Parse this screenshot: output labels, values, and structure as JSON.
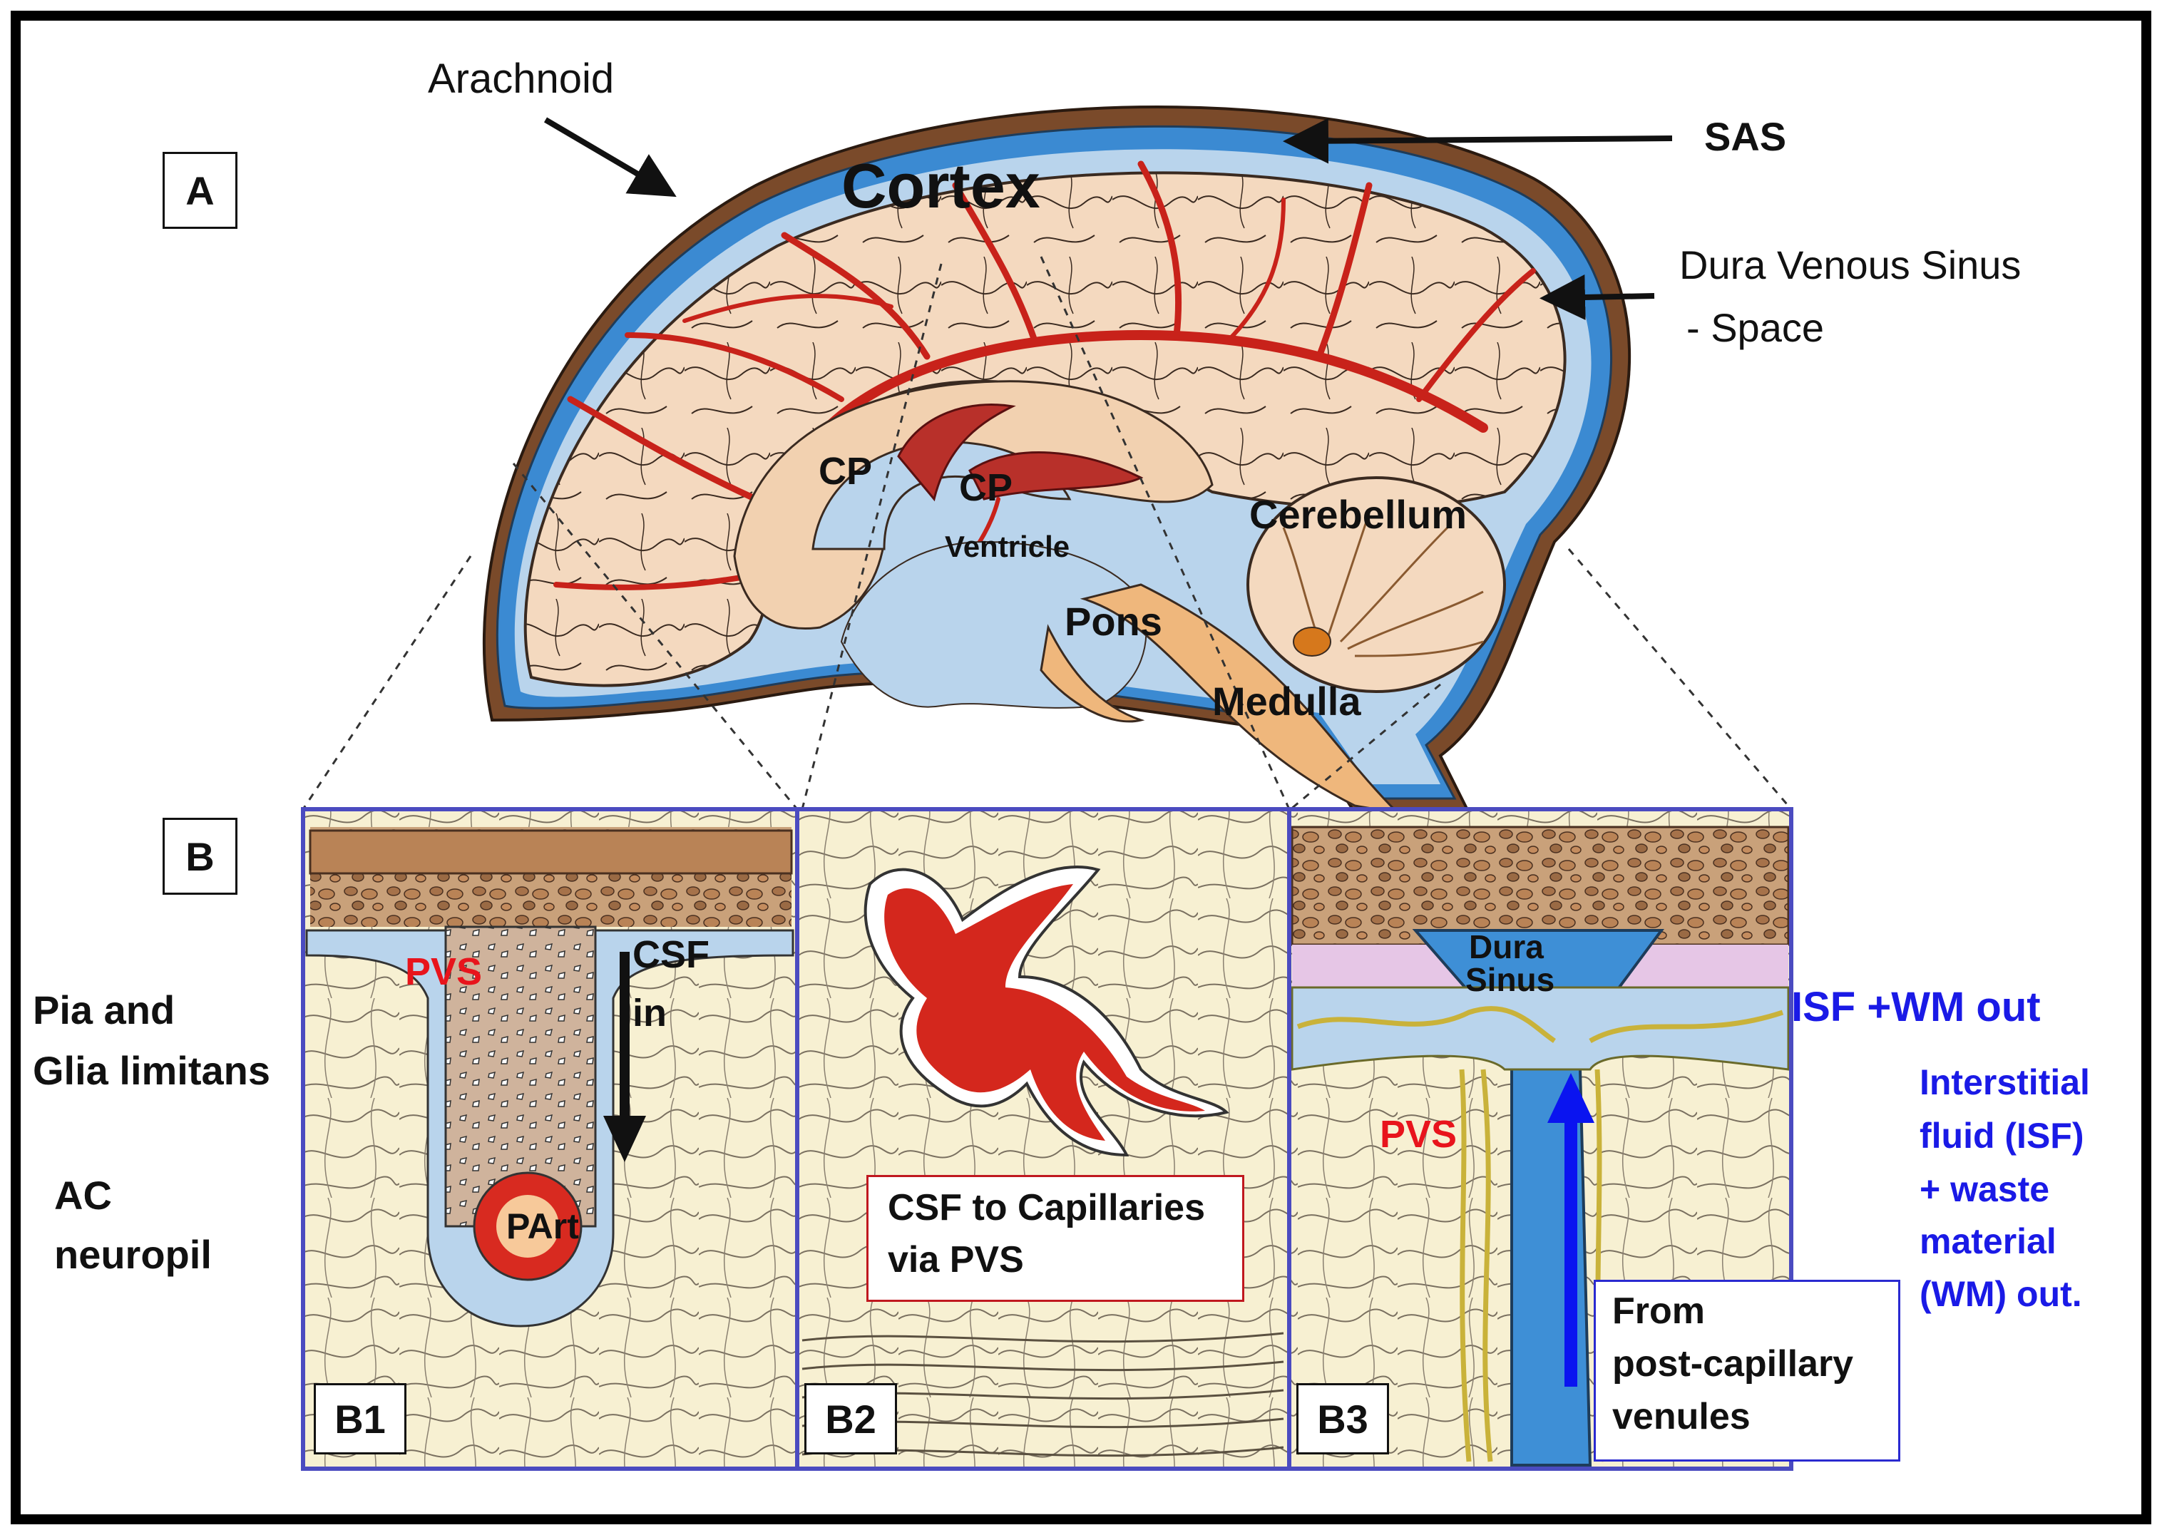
{
  "panel_labels": {
    "a": "A",
    "b": "B",
    "b1": "B1",
    "b2": "B2",
    "b3": "B3"
  },
  "brain": {
    "arachnoid": "Arachnoid",
    "sas": "SAS",
    "cortex": "Cortex",
    "dura_line1": "Dura Venous Sinus",
    "dura_line2": "- Space",
    "cp_left": "CP",
    "cp_right": "CP",
    "ventricle": "Ventricle",
    "cerebellum": "Cerebellum",
    "pons": "Pons",
    "medulla": "Medulla"
  },
  "left_labels": {
    "pia_line1": "Pia and",
    "pia_line2": "Glia limitans",
    "ac_line1": "AC",
    "ac_line2": "neuropil"
  },
  "b1": {
    "pvs": "PVS",
    "csf_line1": "CSF",
    "csf_line2": "in",
    "part": "PArt"
  },
  "b2": {
    "caption_line1": "CSF to Capillaries",
    "caption_line2": "via PVS"
  },
  "b3": {
    "dura_line1": "Dura",
    "dura_line2": "Sinus",
    "pvs": "PVS",
    "from_line1": "From",
    "from_line2": "post-capillary",
    "from_line3": "venules"
  },
  "right_labels": {
    "isf_wm_out": "ISF +WM out",
    "interstitial_line1": "Interstitial",
    "interstitial_line2": "fluid (ISF)",
    "interstitial_line3": "+ waste",
    "interstitial_line4": "material",
    "interstitial_line5": "(WM) out."
  },
  "colors": {
    "red_label": "#e8141c",
    "blue_label": "#1a1ae6",
    "panel_border": "#4b4bc0",
    "caption_red_border": "#c0181f",
    "caption_blue_border": "#2a2ad0",
    "csf_blue": "#b9d4ec",
    "sinus_blue": "#3e8fd6",
    "tissue": "#f2d7bd",
    "vessel_red": "#c8221a",
    "neuropil": "#f6efcf"
  }
}
